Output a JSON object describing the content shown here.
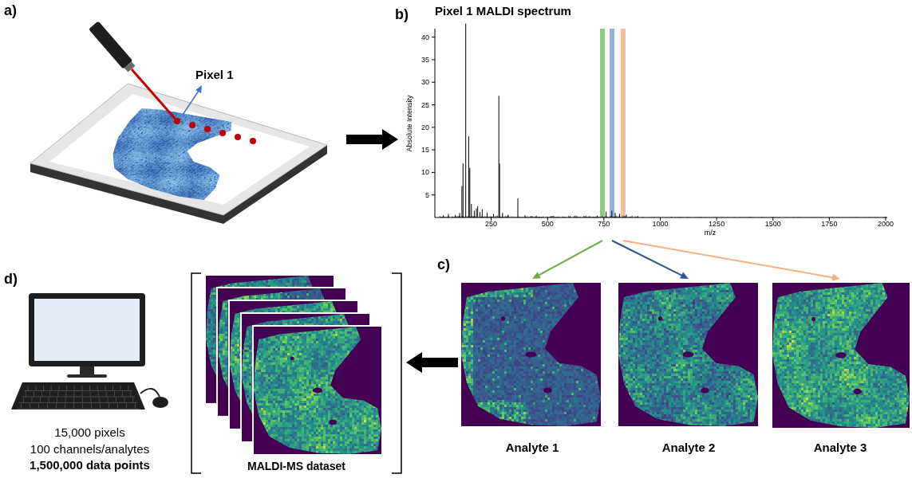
{
  "diagram": {
    "nodes": [
      {
        "text": [
          "Pixel 1"
        ]
      },
      {
        "text": [
          "Pixel 1 MALDI spectrum"
        ]
      },
      {
        "text": [
          "Analyte 1"
        ]
      },
      {
        "text": [
          "Analyte 2"
        ]
      },
      {
        "text": [
          "Analyte 3"
        ]
      },
      {
        "text": [
          "MALDI-MS dataset"
        ]
      },
      {
        "text": [
          "15,000 pixels",
          "100 channels/analytes",
          "1,500,000 data points"
        ]
      }
    ],
    "edges": [
      {
        "from": 0,
        "to": 1,
        "arrow": "to"
      },
      {
        "from": 1,
        "to": 2,
        "arrow": "to"
      },
      {
        "from": 1,
        "to": 3,
        "arrow": "to"
      },
      {
        "from": 1,
        "to": 4,
        "arrow": "to"
      },
      {
        "from": 2,
        "to": 5,
        "arrow": "to"
      }
    ],
    "labels": [
      "a)",
      "b)",
      "c)",
      "d)",
      "Absolute Intensity",
      "m/z",
      "5",
      "10",
      "15",
      "20",
      "25",
      "30",
      "35",
      "40",
      "250",
      "500",
      "750",
      "1000",
      "1250",
      "1500",
      "1750",
      "2000"
    ]
  }
}
